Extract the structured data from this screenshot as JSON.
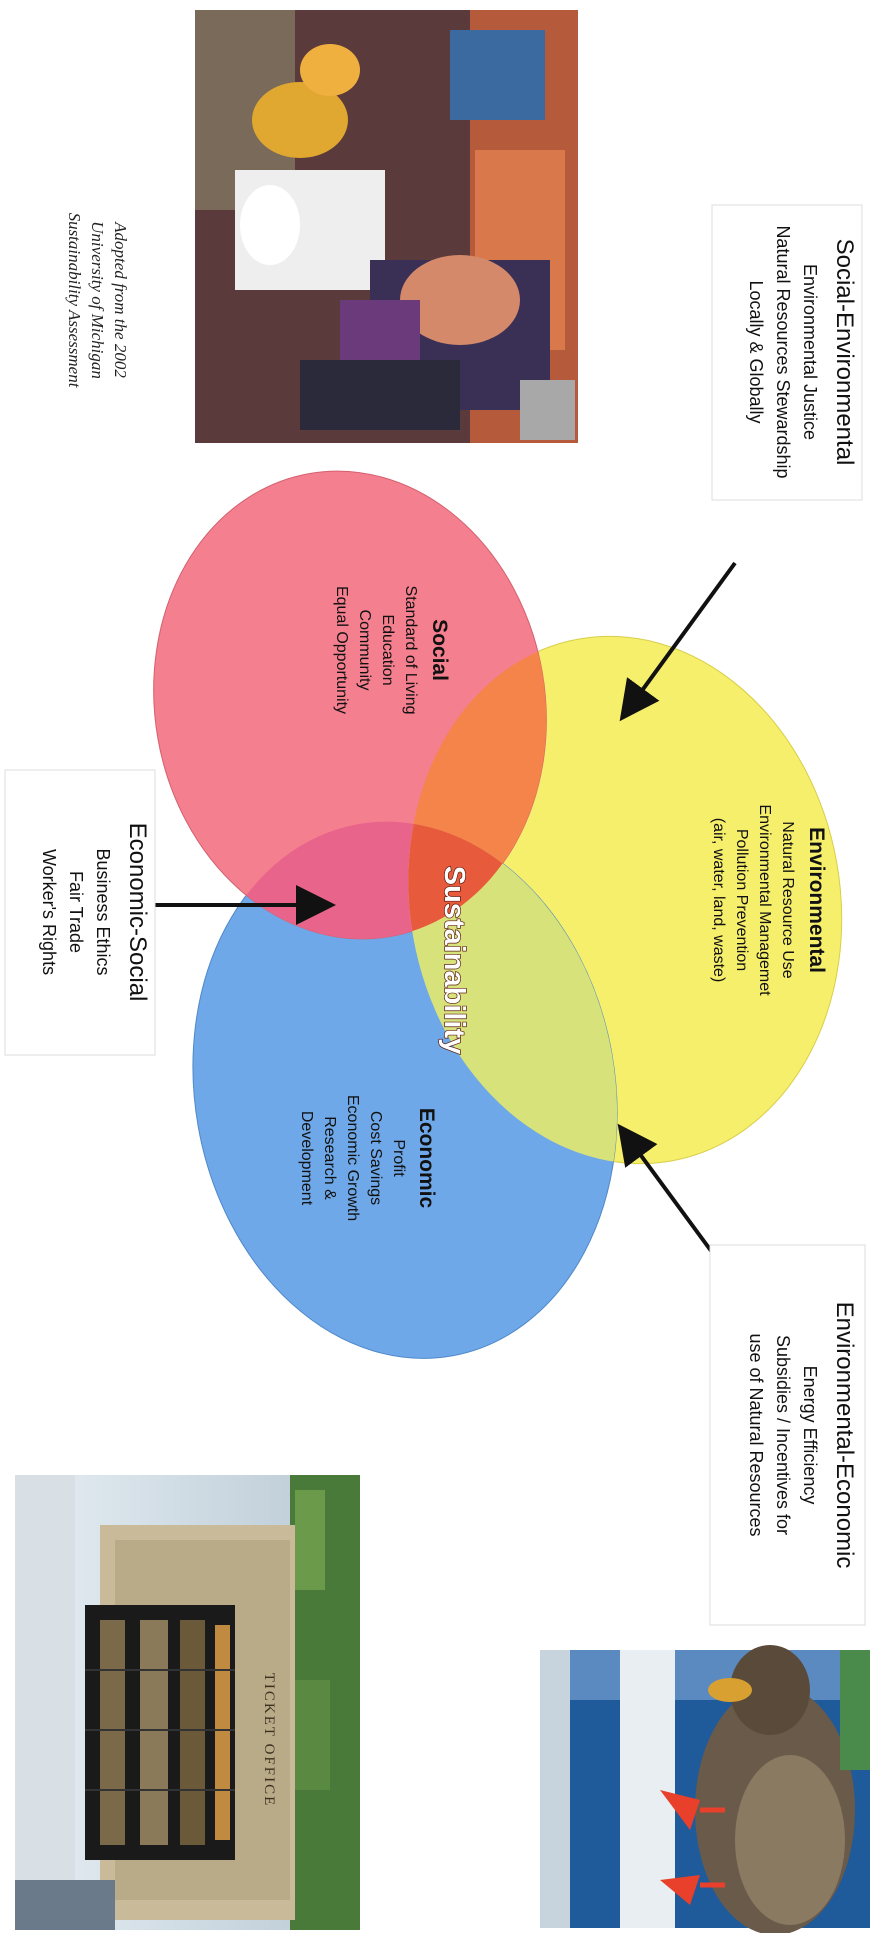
{
  "credit": {
    "lines": [
      "Adopted from the 2002",
      "University of Michigan",
      "Sustainability Assessment"
    ]
  },
  "center_label": "Sustainability",
  "circles": {
    "social": {
      "title": "Social",
      "items": [
        "Standard of Living",
        "Education",
        "Community",
        "Equal Opportunity"
      ],
      "color": "#f47f8f"
    },
    "environmental": {
      "title": "Environmental",
      "items": [
        "Natural Resource Use",
        "Environmental Managemet",
        "Pollution Prevention",
        "(air, water, land, waste)"
      ],
      "color": "#f6ef6c"
    },
    "economic": {
      "title": "Economic",
      "items": [
        "Profit",
        "Cost Savings",
        "Economic Growth",
        "Research &",
        "Development"
      ],
      "color": "#6fa8e8"
    }
  },
  "callouts": {
    "social_environmental": {
      "title": "Social-Environmental",
      "items": [
        "Environmental Justice",
        "Natural Resources Stewardship",
        "Locally & Globally"
      ]
    },
    "economic_social": {
      "title": "Economic-Social",
      "items": [
        "Business Ethics",
        "Fair Trade",
        "Worker's Rights"
      ]
    },
    "environmental_economic": {
      "title": "Environmental-Economic",
      "items": [
        "Energy Efficiency",
        "Subsidies / Incentives for",
        "use of Natural Resources"
      ]
    }
  },
  "photos": {
    "market": "photo-farmers-market",
    "building": "photo-ticket-office",
    "building_sign": "TICKET OFFICE",
    "duck": "photo-duck"
  }
}
